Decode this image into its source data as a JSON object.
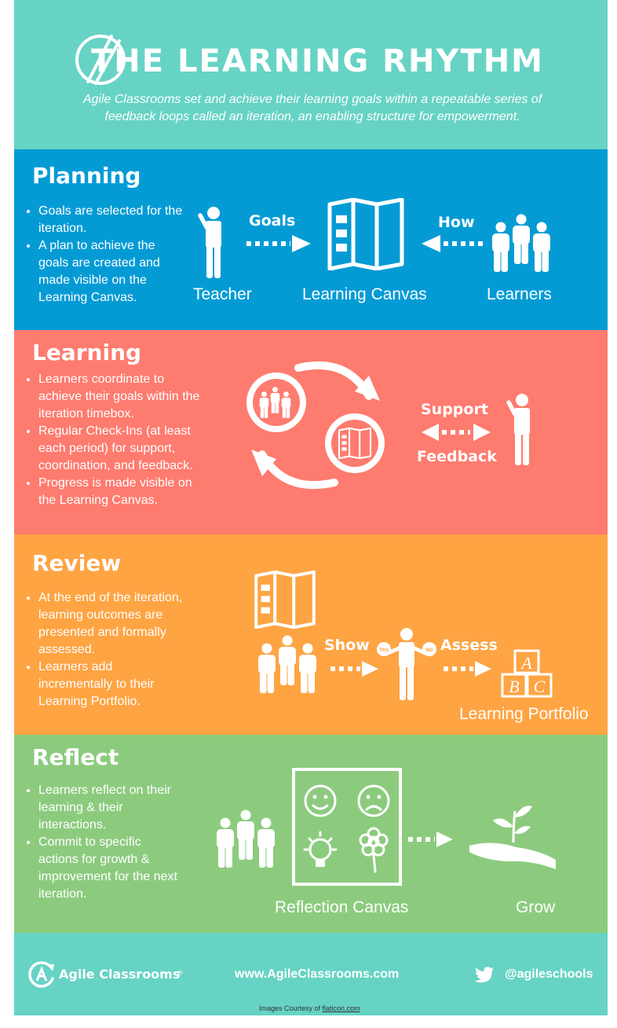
{
  "header": {
    "title": "THE LEARNING RHYTHM",
    "subtitle": "Agile Classrooms set and achieve their learning goals within a repeatable series of feedback loops called an iteration, an enabling structure for empowerment.",
    "icon": "chopsticks-circle-icon"
  },
  "planning": {
    "title": "Planning",
    "bullets": [
      "Goals are selected for the iteration.",
      "A plan to achieve the goals are created and made visible on the Learning Canvas."
    ],
    "labels": {
      "teacher": "Teacher",
      "canvas": "Learning Canvas",
      "learners": "Learners",
      "goals": "Goals",
      "how": "How"
    }
  },
  "learning": {
    "title": "Learning",
    "bullets": [
      "Learners coordinate to achieve their goals within the iteration timebox.",
      "Regular Check-Ins (at least each period) for support, coordination, and feedback.",
      "Progress is made visible on the Learning Canvas."
    ],
    "labels": {
      "support": "Support",
      "feedback": "Feedback"
    }
  },
  "review": {
    "title": "Review",
    "bullets": [
      "At the end of the iteration, learning outcomes are presented and formally assessed.",
      "Learners add incrementally to their Learning Portfolio."
    ],
    "labels": {
      "show": "Show",
      "assess": "Assess",
      "yes": "Yes",
      "no": "No",
      "portfolio": "Learning Portfolio",
      "block_a": "A",
      "block_b": "B",
      "block_c": "C"
    }
  },
  "reflect": {
    "title": "Reflect",
    "bullets": [
      "Learners reflect on their learning & their interactions.",
      "Commit to specific actions for growth & improvement for the next iteration."
    ],
    "labels": {
      "canvas": "Reflection Canvas",
      "grow": "Grow"
    }
  },
  "footer": {
    "brand": "Agile Classrooms",
    "brand_mark": "®",
    "url": "www.AgileClassrooms.com",
    "handle": "@agileschools",
    "credit_prefix": "Images Courtesy of ",
    "credit_link": "flaticon.com"
  },
  "colors": {
    "header": "#66d3c5",
    "planning": "#049bd5",
    "learning": "#fe7b6f",
    "review": "#fea443",
    "reflect": "#8ccb7e",
    "footer": "#66d3c5"
  }
}
